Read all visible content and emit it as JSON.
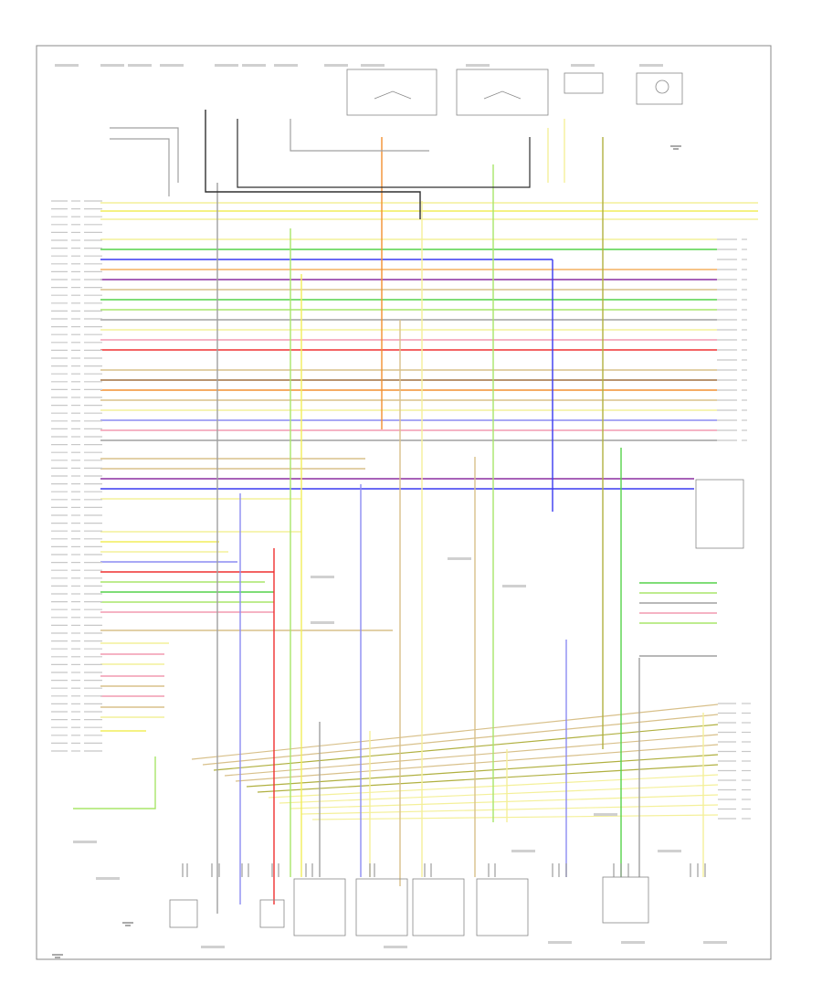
{
  "diagram": {
    "title": "",
    "footer_text": "",
    "wire_colors": {
      "yellow": "#f2ee5a",
      "light_yellow": "#f4f09a",
      "green": "#55d24a",
      "light_green": "#a8e56a",
      "blue": "#3a3af0",
      "light_blue": "#8c8cf2",
      "violet": "#8a2ea0",
      "pink": "#f29ab0",
      "red": "#ef3030",
      "orange": "#f29030",
      "light_orange": "#f4b060",
      "brown": "#a07040",
      "tan": "#d8c08a",
      "gray": "#a0a0a0",
      "black": "#303030",
      "olive": "#b0b040",
      "frame": "#888888"
    },
    "icons": [
      "ecm-connector",
      "fuel-injector",
      "ignition-coil",
      "oxygen-sensor",
      "ground-symbol",
      "switch"
    ]
  }
}
